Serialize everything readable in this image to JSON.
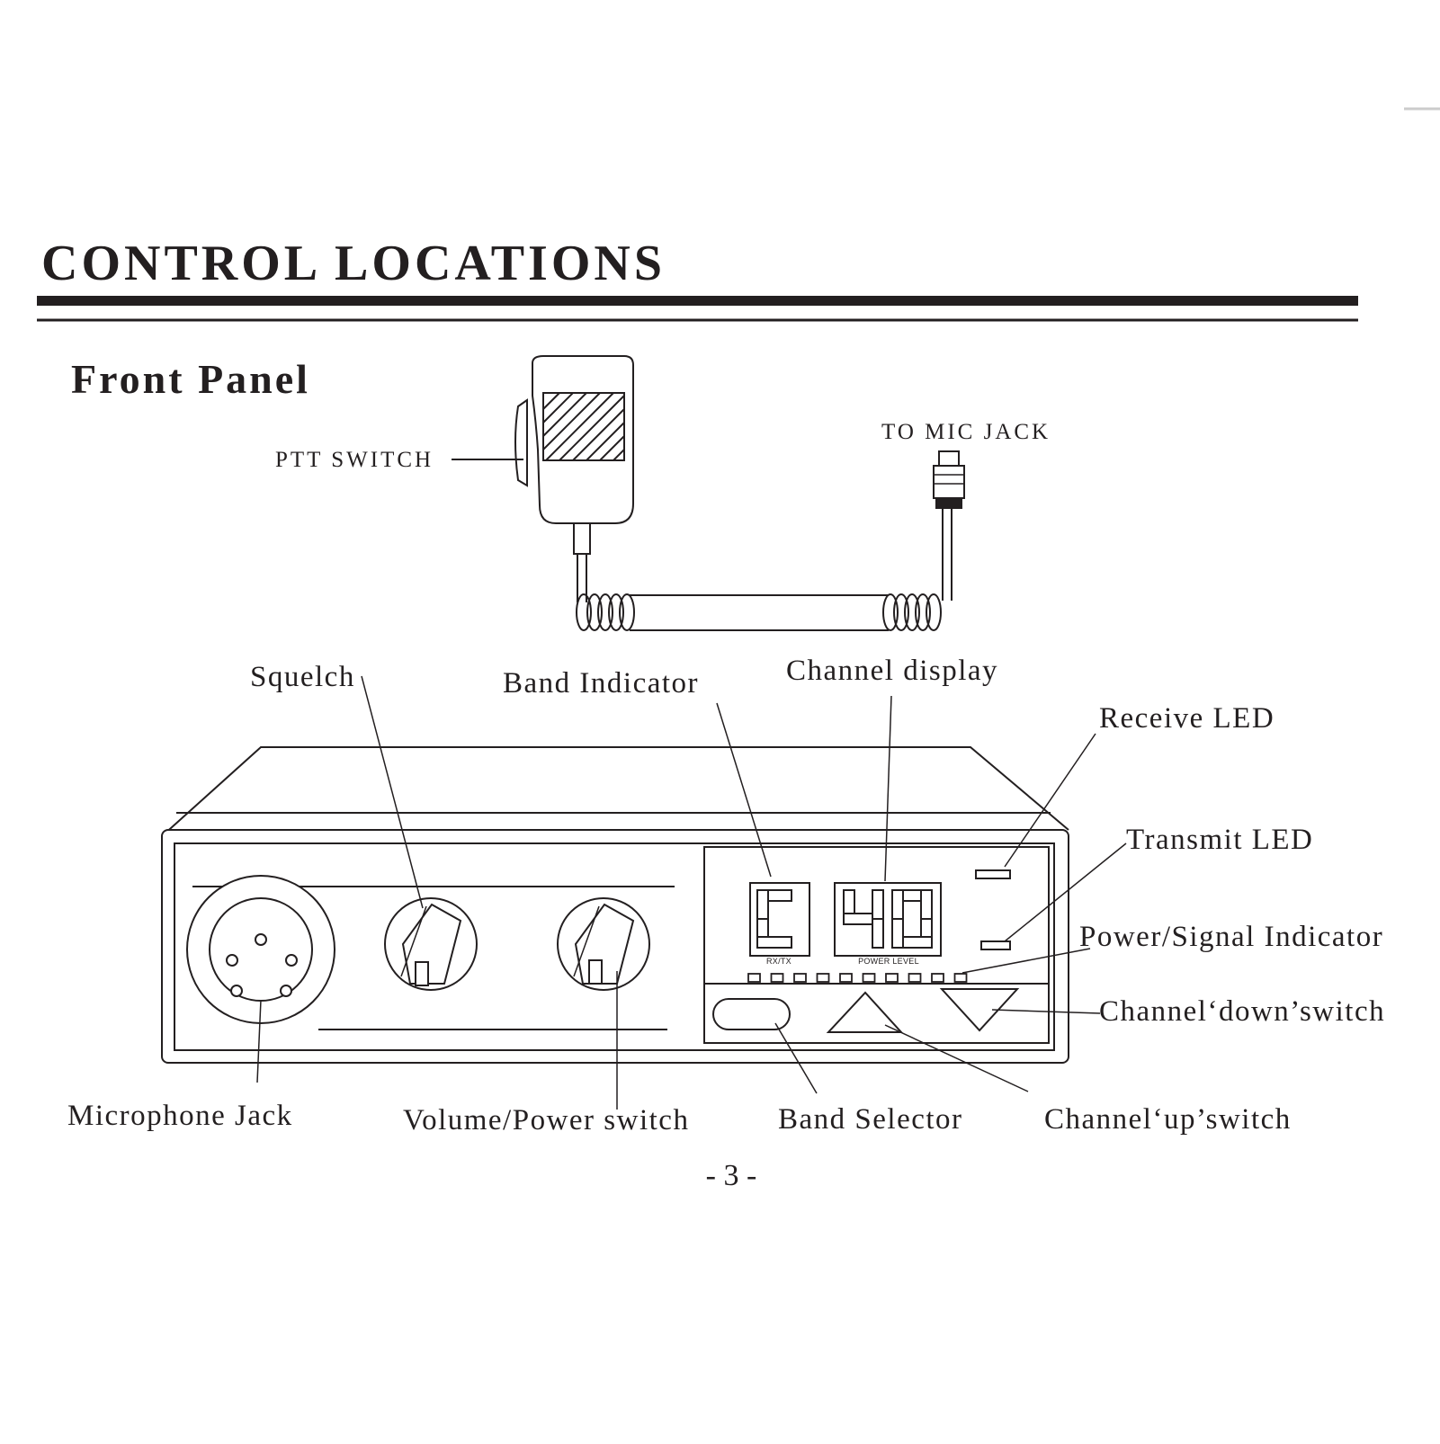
{
  "page": {
    "heading": "CONTROL LOCATIONS",
    "subheading": "Front Panel",
    "page_number": "- 3 -"
  },
  "microphone": {
    "ptt_label": "PTT SWITCH",
    "plug_label": "TO MIC JACK"
  },
  "display": {
    "band_letter": "C",
    "channel_number": "40",
    "rx_tx_label": "RX/TX",
    "power_level_label": "POWER LEVEL",
    "power_level_segments": 10
  },
  "callouts": {
    "squelch": "Squelch",
    "band_indicator": "Band Indicator",
    "channel_display": "Channel display",
    "receive_led": "Receive LED",
    "transmit_led": "Transmit LED",
    "power_signal_indicator": "Power/Signal Indicator",
    "channel_down_switch": "Channel‘down’switch",
    "microphone_jack": "Microphone Jack",
    "volume_power_switch": "Volume/Power switch",
    "band_selector": "Band Selector",
    "channel_up_switch": "Channel‘up’switch"
  },
  "colors": {
    "ink": "#231f20",
    "paper": "#ffffff"
  }
}
